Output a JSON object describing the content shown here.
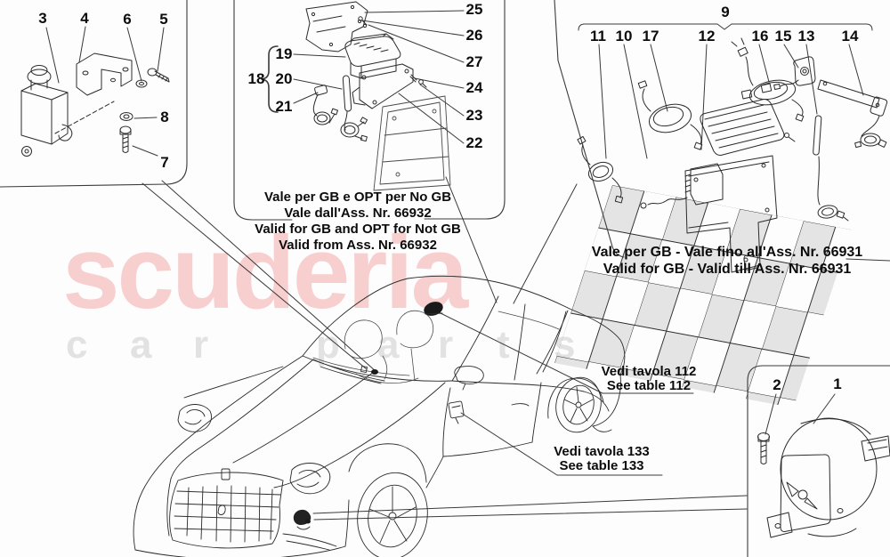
{
  "watermark": {
    "brand": "scuderia",
    "letters": [
      "c",
      "a",
      "r",
      "p",
      "a",
      "r",
      "t",
      "s"
    ]
  },
  "callouts": {
    "g1": [
      "3",
      "4",
      "6",
      "5",
      "8",
      "7"
    ],
    "g2_left": [
      "19",
      "20",
      "21"
    ],
    "g2_brace": "18",
    "g2_right": [
      "25",
      "26",
      "27",
      "24",
      "23",
      "22"
    ],
    "g3_group": "9",
    "g3": [
      "11",
      "10",
      "17",
      "12",
      "16",
      "15",
      "13",
      "14"
    ],
    "g4": [
      "2",
      "1"
    ]
  },
  "notes": {
    "gb_opt": {
      "l1": "Vale per GB e OPT per No GB",
      "l2": "Vale dall'Ass. Nr. 66932",
      "l3": "Valid for GB and OPT for Not GB",
      "l4": "Valid from Ass. Nr. 66932"
    },
    "gb_till": {
      "l1": "Vale per GB - Vale fino all'Ass. Nr. 66931",
      "l2": "Valid for GB - Valid till Ass. Nr. 66931"
    },
    "table112": {
      "l1": "Vedi tavola 112",
      "l2": "See table 112"
    },
    "table133": {
      "l1": "Vedi tavola 133",
      "l2": "See table 133"
    }
  },
  "colors": {
    "brand_pink": "#f7cfcf",
    "letter_gray": "#e2e2e2",
    "checker_gray": "#e4e4e4",
    "line_dark": "#2b2b2b"
  }
}
